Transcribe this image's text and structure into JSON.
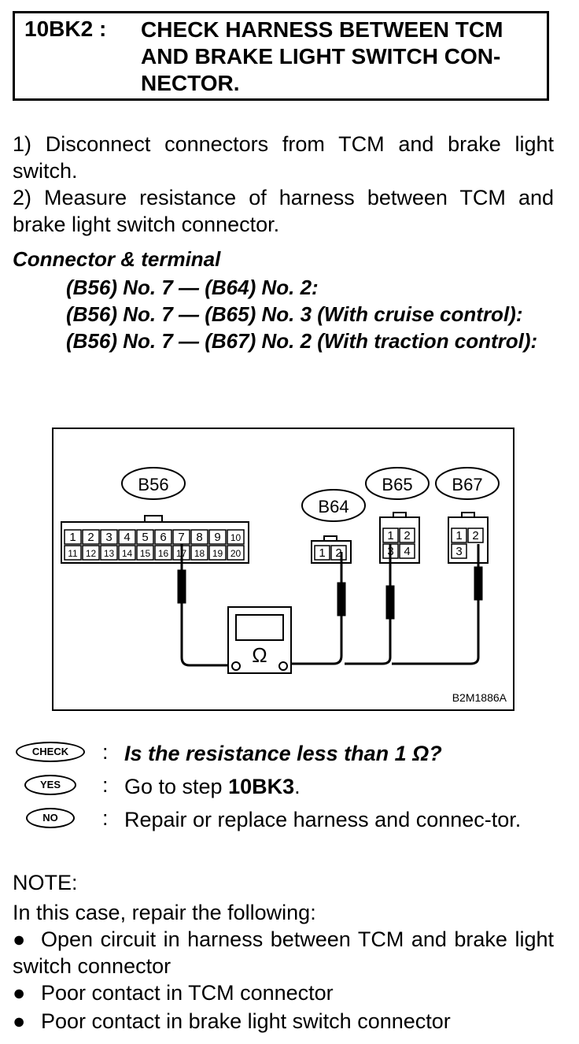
{
  "header": {
    "step_id": "10BK2 :",
    "title": "CHECK HARNESS BETWEEN TCM AND BRAKE LIGHT SWITCH CON-NECTOR."
  },
  "instructions": [
    "1) Disconnect connectors from TCM and brake light switch.",
    "2) Measure resistance of harness between TCM and brake light switch connector."
  ],
  "connector_terminal": {
    "heading": "Connector & terminal",
    "lines": [
      "(B56) No. 7 — (B64) No. 2:",
      "(B56) No. 7 — (B65) No. 3 (With cruise control):",
      "(B56) No. 7 — (B67) No. 2 (With traction control):"
    ]
  },
  "diagram": {
    "connectors": [
      "B56",
      "B64",
      "B65",
      "B67"
    ],
    "b56_top_pins": [
      "1",
      "2",
      "3",
      "4",
      "5",
      "6",
      "7",
      "8",
      "9",
      "10"
    ],
    "b56_bottom_pins": [
      "11",
      "12",
      "13",
      "14",
      "15",
      "16",
      "17",
      "18",
      "19",
      "20"
    ],
    "b64_pins": [
      "1",
      "2"
    ],
    "b65_pins": [
      "1",
      "2",
      "3",
      "4"
    ],
    "b67_pins": [
      "1",
      "2",
      "3"
    ],
    "meter_symbol": "Ω",
    "figure_code": "B2M1886A"
  },
  "qa": {
    "check_badge": "CHECK",
    "check_text": "Is the resistance less than 1 Ω?",
    "yes_badge": "YES",
    "yes_text_prefix": "Go to step ",
    "yes_text_step": "10BK3",
    "yes_text_suffix": ".",
    "no_badge": "NO",
    "no_text": "Repair or replace harness and connec-tor.",
    "colon": ":"
  },
  "note": {
    "label": "NOTE:",
    "intro": "In this case, repair the following:",
    "bullet_symbol": "●",
    "items": [
      "Open circuit in harness between TCM and brake light switch connector",
      "Poor contact in TCM connector",
      "Poor contact in brake light switch connector"
    ]
  }
}
